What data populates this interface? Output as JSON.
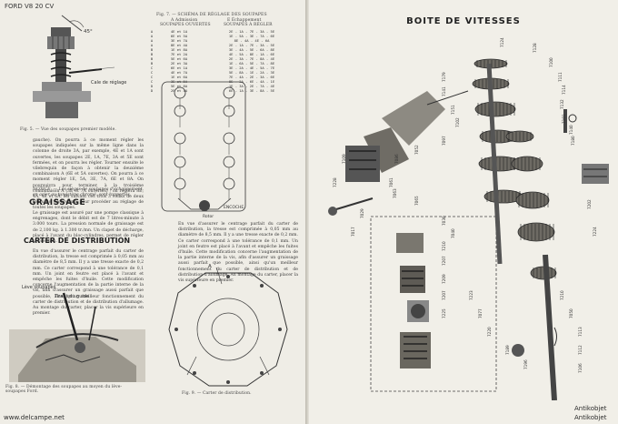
{
  "left_page": {
    "running_head": "FORD V8 20 CV",
    "fig_top_left": {
      "angle_label": "45°",
      "gauge_label": "Cale de réglage",
      "caption": "Fig. 5. — Vue des soupapes premier modèle."
    },
    "para_top": "gauche). On pourra à ce moment régler les soupapes indiquées sur la même ligne dans la colonne de droite 3A, par exemple, 4E et 1A sont ouvertes, les soupapes 2E, 1A, 7E, 3A et 5E sont fermées, et on pourra les régler. Tourner ensuite le vilebrequin de façon à obtenir la deuxième combinaison A (6E et 5A ouvertes). On pourra à ce moment régler 1E, 5A, 3E, 7A, 6E et 8A. On poursuivra pour terminer, à la troisième combinaison A (3E et 7A ouvertes) ; on réglera 8E, 4A, 4E et 6A. En suivant ces trois 3 coliks de deux tours de vilebrequin pour procéder au réglage de toutes les soupapes.",
    "notice": "NOTICE. — Les sièges de soupapes d'échappement, en acier au tungstène chromé, sont rapportés.",
    "graissage_heading": "GRAISSAGE",
    "graissage_text": "Le graissage est assuré par une pompe classique à engrenages, dont le débit est de 7 litres-minute à 3.000 tours. La pression normale de graissage est de 2,100 kg. à 1.300 tr./mn. Un clapet de décharge, placé à l'avant du bloc-cylindres, permet de régler la pression.",
    "carter_heading": "CARTER DE DISTRIBUTION",
    "carter_text": "En vue d'assurer le centrage parfait du carter de distribution, la tresse est comprimée à 0,05 mm au diamètre de 8,5 mm. Il y a une tresse exacte de 0,2 mm. Ce carter correspond à une tolérance de 0,1 mm. Un joint en feutre est placé à l'avant et empêche les fuites d'huile. Cette modification concerne l'augmentation de la partie interne de la vis, afin d'assurer un graissage aussi parfait que possible, ainsi qu'un meilleur fonctionnement du carter de distribution et de distribution d'allumage. Au montage du carter, placer la vis supérieure en premier.",
    "lever_labels": {
      "a": "Lève soupapes",
      "b": "Tirant du guide"
    },
    "caption_bottom_left": "Fig. 8. — Démontage des soupapes au moyen du lève-soupapes Ford.",
    "fig7_title": "Fig. 7. — SCHÉMA DE RÉGLAGE DES SOUPAPES",
    "table_headers": [
      "A Admission",
      "E Échappement"
    ],
    "table_subheaders": [
      "SOUPAPES OUVERTES",
      "SOUPAPES À RÉGLER"
    ],
    "table_rows": [
      [
        "A",
        "4E et 1A",
        "2E - 1A - 7E - 3A - 5E"
      ],
      [
        "A",
        "6E et 5A",
        "1E - 5A - 3E - 7A - 6E"
      ],
      [
        "A",
        "3E et 7A",
        "8E - 4A - 4E - 6A"
      ],
      [
        "A",
        "8E et 4A",
        "2E - 1A - 7E - 3A - 5E"
      ],
      [
        "B",
        "1E et 8A",
        "3E - 4A - 5E - 6A - 8E"
      ],
      [
        "B",
        "7E et 2A",
        "4E - 5A - 8E - 1A - 6E"
      ],
      [
        "B",
        "5E et 6A",
        "2E - 3A - 7E - 8A - 4E"
      ],
      [
        "B",
        "2E et 3A",
        "1E - 6A - 5E - 7A - 8E"
      ],
      [
        "C",
        "6E et 1A",
        "3E - 2A - 4E - 5A - 7E"
      ],
      [
        "C",
        "4E et 7A",
        "5E - 8A - 1E - 2A - 3E"
      ],
      [
        "C",
        "1E et 6A",
        "7E - 4A - 2E - 3A - 6E"
      ],
      [
        "C",
        "3E et 5A",
        "8E - 2A - 6E - 4A - 1E"
      ],
      [
        "D",
        "5E et 8A",
        "1E - 3A - 2E - 7A - 4E"
      ],
      [
        "D",
        "2E et 4A",
        "6E - 1A - 3E - 8A - 5E"
      ]
    ],
    "valve_labels": {
      "rotor": "Rotor",
      "encoche": "ENCOCHE"
    },
    "plate_label": "A",
    "caption_bottom_mid": "Fig. 9. — Carter de distribution."
  },
  "right_page": {
    "title": "BOITE DE VITESSES",
    "callouts": [
      "7124",
      "7128",
      "7100",
      "7111",
      "7114",
      "7132",
      "7101",
      "7140",
      "7180",
      "7179",
      "7141",
      "7151",
      "7102",
      "7097",
      "7052",
      "7086",
      "7061",
      "7063",
      "7065",
      "7029",
      "7017",
      "7030",
      "7040",
      "7210",
      "7207",
      "7209",
      "7207",
      "7225",
      "7223",
      "7077",
      "7220",
      "7189",
      "7196",
      "7210",
      "7050",
      "7113",
      "7112",
      "7106",
      "7109",
      "7228",
      "7202",
      "7224"
    ]
  },
  "footer": {
    "left_url": "www.delcampe.net",
    "right_brand_1": "Antikobjet",
    "right_brand_2": "Antikobjet"
  }
}
